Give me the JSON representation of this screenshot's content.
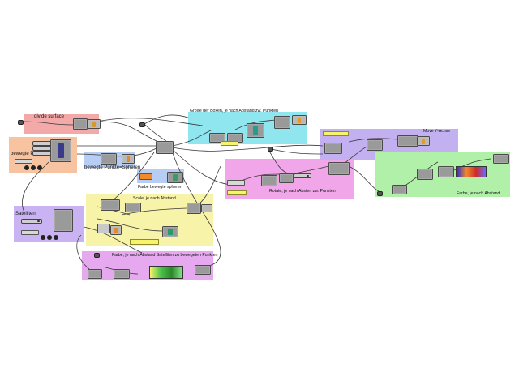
{
  "groups": [
    {
      "id": "divide-surface",
      "label": "divide surface",
      "color": "#f4a9a9"
    },
    {
      "id": "bewegte-punkte",
      "label": "bewegte Punkte",
      "color": "#f7c3a0"
    },
    {
      "id": "satelliten",
      "label": "Satelliten",
      "color": "#c9b3f2"
    },
    {
      "id": "bewegte-punkte-spheren",
      "label": "bewegte Punkte=Spheren",
      "color": "#b7cdf3"
    },
    {
      "id": "farbe-bewegte-spheren",
      "label": "Farbe bewegte spheren",
      "color": "#b7cdf3"
    },
    {
      "id": "groesse-boxen",
      "label": "Größe der Boxen, je nach Abstand zw. Punkten",
      "color": "#8fe6ef"
    },
    {
      "id": "scale",
      "label": "Scale, je nach Abstand",
      "color": "#f7f3a8"
    },
    {
      "id": "farbe-satelliten",
      "label": "Farbe, je nach Abstand Satelliten zu bewegeten Punkten",
      "color": "#e6a9ef"
    },
    {
      "id": "rotate",
      "label": "Rotate, je nach Absten zw. Punkten",
      "color": "#f0a6e8"
    },
    {
      "id": "move-y",
      "label": "Move Y-Achse",
      "color": "#c3b0f0"
    },
    {
      "id": "farbe-abstand",
      "label": "Farbe, je nach Abstand",
      "color": "#b0f0a8"
    }
  ],
  "colors": {
    "wire": "#3a3a3a",
    "node": "#9a9a9a",
    "panel": "#f7f36a"
  }
}
